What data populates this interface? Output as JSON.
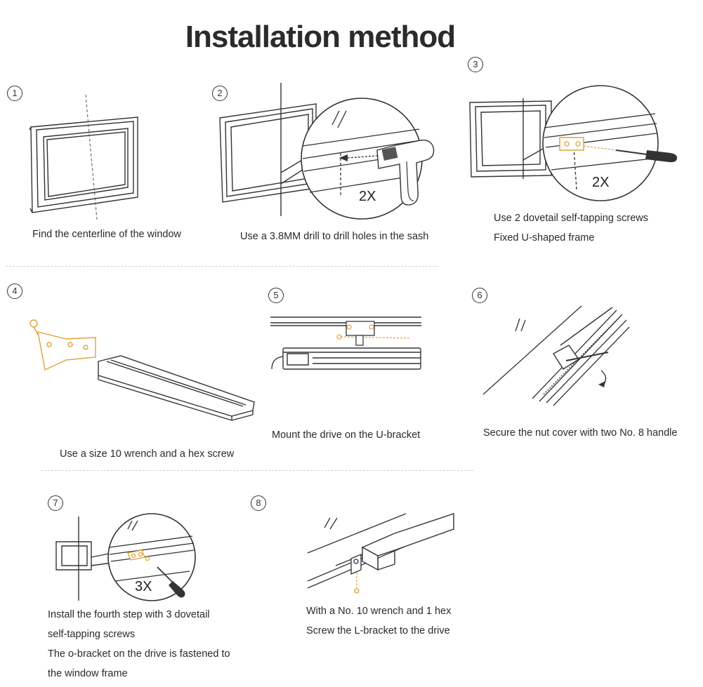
{
  "title": "Installation method",
  "steps": [
    {
      "number": "1",
      "lines": [
        "Find the centerline of the window"
      ]
    },
    {
      "number": "2",
      "lines": [
        "Use a 3.8MM drill to drill holes in the sash"
      ],
      "callout": "2X"
    },
    {
      "number": "3",
      "lines": [
        "Use 2 dovetail self-tapping screws",
        "Fixed U-shaped frame"
      ],
      "callout": "2X"
    },
    {
      "number": "4",
      "lines": [
        "Use a size 10 wrench and a hex screw"
      ]
    },
    {
      "number": "5",
      "lines": [
        "Mount the drive on the U-bracket"
      ]
    },
    {
      "number": "6",
      "lines": [
        "Secure the nut cover with two No. 8 handle"
      ]
    },
    {
      "number": "7",
      "lines": [
        "Install the fourth step with 3 dovetail",
        "self-tapping screws",
        "The o-bracket on the drive is fastened to",
        "the window frame"
      ],
      "callout": "3X"
    },
    {
      "number": "8",
      "lines": [
        "With a No. 10 wrench and 1 hex",
        "Screw the L-bracket to the drive"
      ]
    }
  ],
  "colors": {
    "line": "#333333",
    "accent": "#e0a23a",
    "text": "#2a2a2a"
  }
}
